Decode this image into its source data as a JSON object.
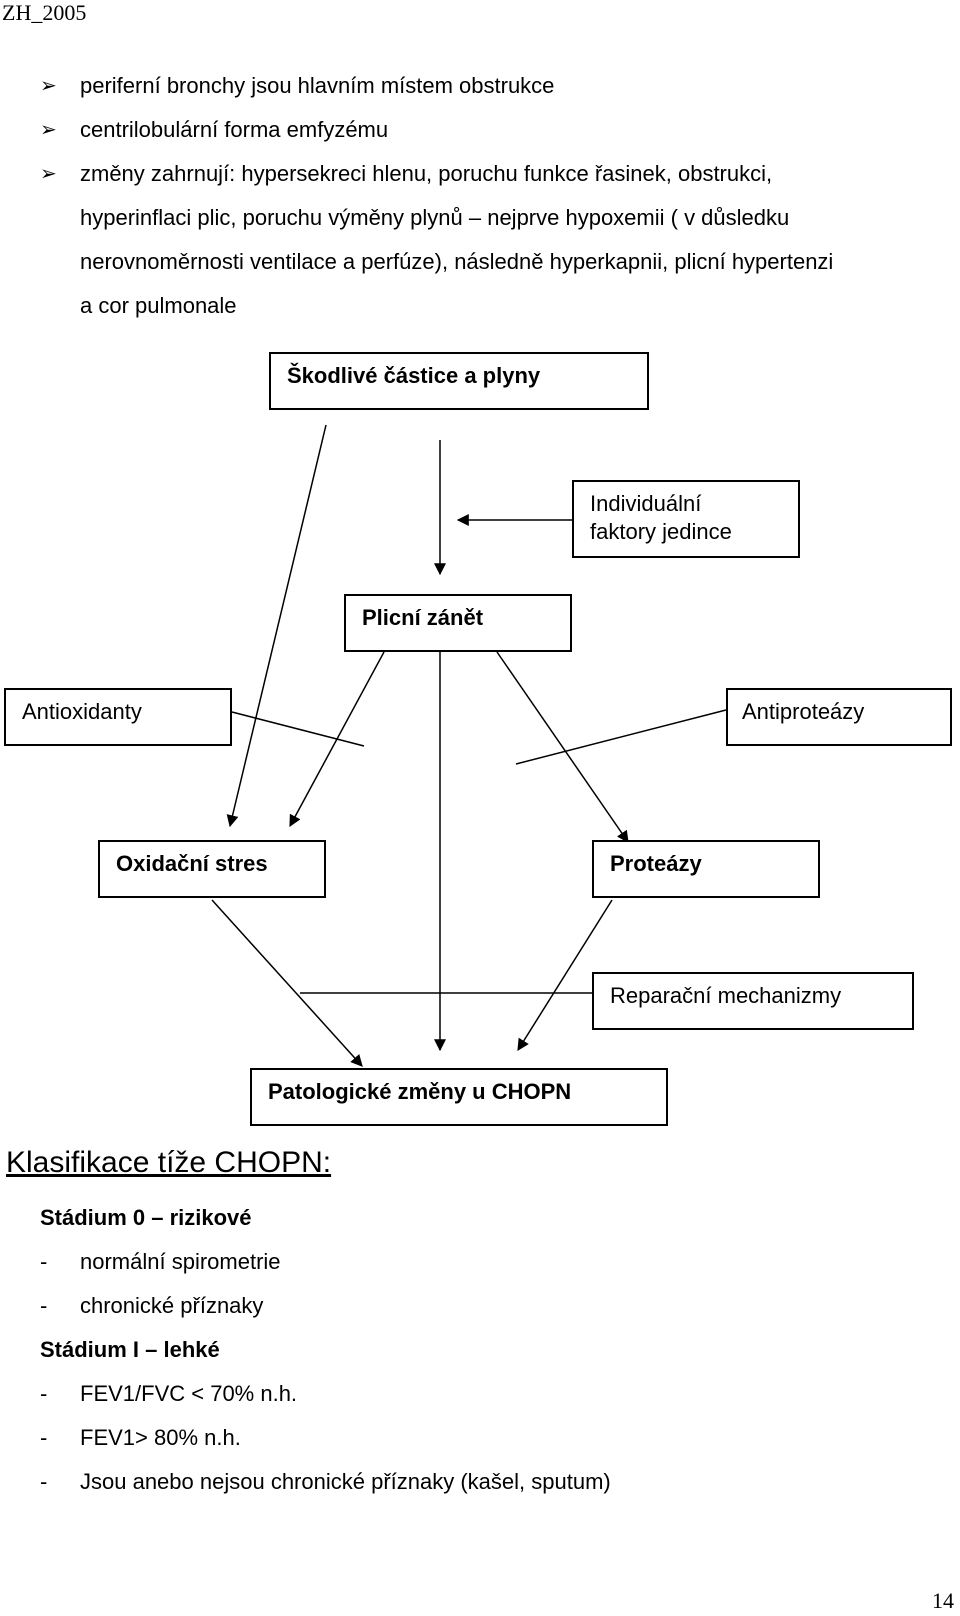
{
  "header": {
    "label": "ZH_2005"
  },
  "bullets": [
    "periferní bronchy jsou hlavním místem obstrukce",
    "centrilobulární forma emfyzému",
    "změny zahrnují: hypersekreci hlenu, poruchu funkce řasinek, obstrukci,",
    "hyperinflaci plic, poruchu výměny plynů – nejprve hypoxemii ( v důsledku",
    "nerovnoměrnosti ventilace a perfúze), následně hyperkapnii, plicní hypertenzi",
    "a cor pulmonale"
  ],
  "bullet_marker": "➢",
  "diagram": {
    "harmful": "Škodlivé částice a plyny",
    "individual_line1": "Individuální",
    "individual_line2": "faktory jedince",
    "inflammation": "Plicní zánět",
    "antioxidants": "Antioxidanty",
    "antiproteases": "Antiproteázy",
    "oxidative": "Oxidační stres",
    "proteases": "Proteázy",
    "repair": "Reparační mechanizmy",
    "pathologic": "Patologické změny u CHOPN"
  },
  "classification": {
    "title": "Klasifikace tíže CHOPN:",
    "stage0_title": "Stádium 0 – rizikové",
    "stage0_items": [
      "normální spirometrie",
      "chronické příznaky"
    ],
    "stage1_title": "Stádium I – lehké",
    "stage1_items": [
      "FEV1/FVC < 70% n.h.",
      "FEV1> 80% n.h.",
      "Jsou anebo nejsou chronické příznaky (kašel, sputum)"
    ],
    "dash": "-"
  },
  "page_number": "14"
}
